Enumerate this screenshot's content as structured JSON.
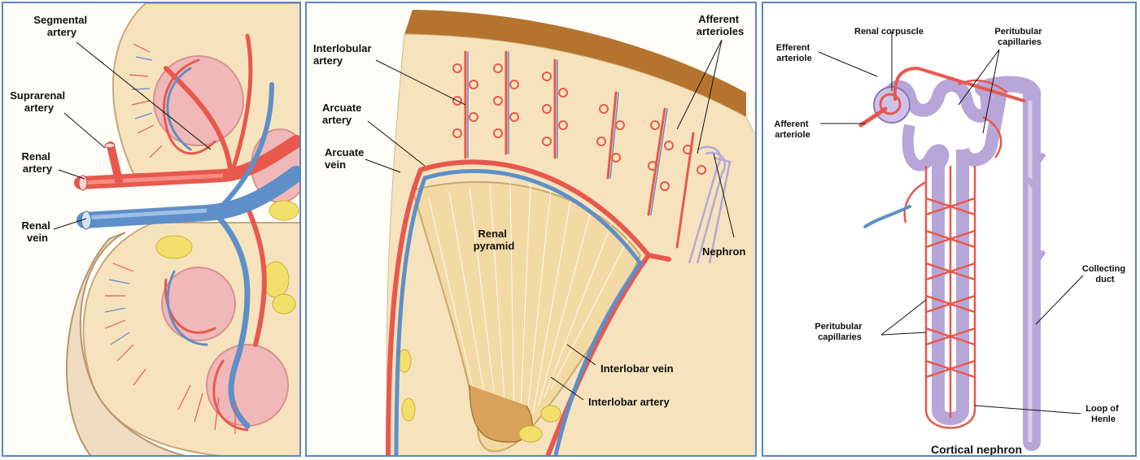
{
  "panels": {
    "kidney": {
      "labels": {
        "segmental": [
          "Segmental",
          "artery"
        ],
        "suprarenal": [
          "Suprarenal",
          "artery"
        ],
        "renal_artery": [
          "Renal",
          "artery"
        ],
        "renal_vein": [
          "Renal",
          "vein"
        ]
      }
    },
    "cortex": {
      "labels": {
        "interlobular": [
          "Interlobular",
          "artery"
        ],
        "arcuate_artery": [
          "Arcuate",
          "artery"
        ],
        "arcuate_vein": [
          "Arcuate",
          "vein"
        ],
        "afferent": [
          "Afferent",
          "arterioles"
        ],
        "renal_pyramid": [
          "Renal",
          "pyramid"
        ],
        "nephron": "Nephron",
        "interlobar_vein": "Interlobar vein",
        "interlobar_artery": "Interlobar artery"
      }
    },
    "nephron": {
      "labels": {
        "efferent": [
          "Efferent",
          "arteriole"
        ],
        "renal_corpuscle": "Renal corpuscle",
        "peritubular_top": [
          "Peritubular",
          "capillaries"
        ],
        "afferent": [
          "Afferent",
          "arteriole"
        ],
        "peritubular_mid": [
          "Peritubular",
          "capillaries"
        ],
        "collecting_duct": [
          "Collecting",
          "duct"
        ],
        "loop_henle": [
          "Loop of",
          "Henle"
        ],
        "title": "Cortical nephron"
      }
    }
  },
  "colors": {
    "artery": "#e8584c",
    "vein": "#5e8fc8",
    "tubule": "#b7a6d8",
    "cortex": "#f6e3bd",
    "pyramid": "#f3d9a4",
    "capsule": "#b5742e",
    "medulla_pink": "#f0b8b8",
    "fat": "#f2e06a",
    "border": "#5a86c4"
  }
}
